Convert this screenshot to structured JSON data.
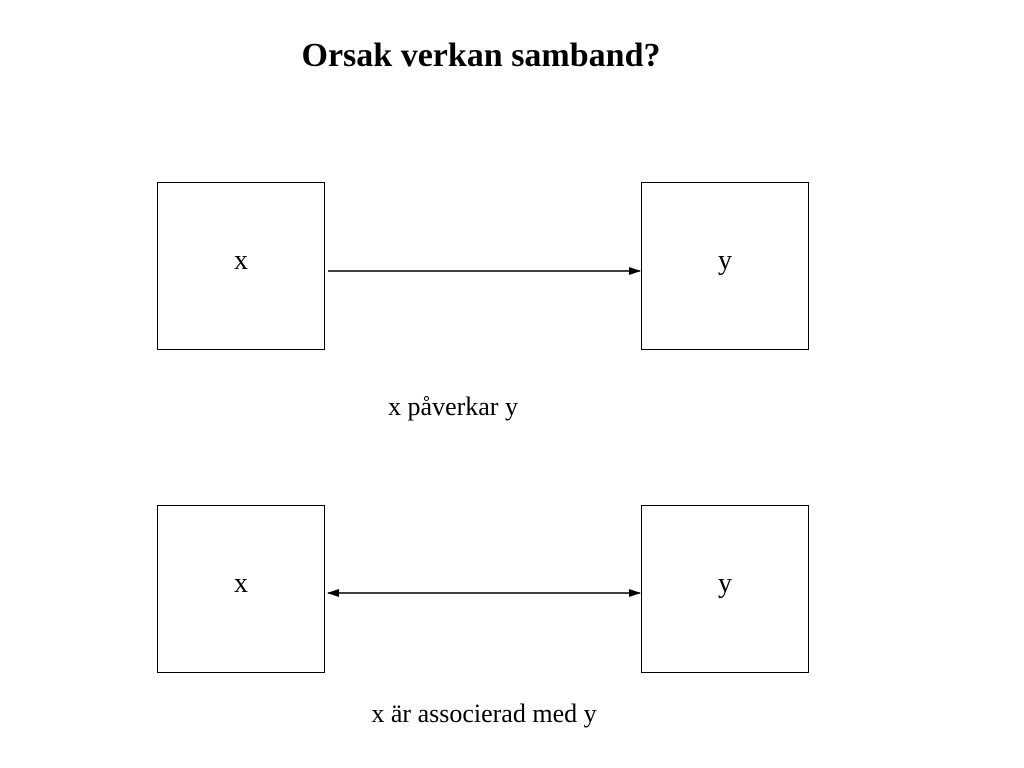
{
  "title": "Orsak verkan samband?",
  "diagrams": [
    {
      "left_box": "x",
      "right_box": "y",
      "relation": "one-way",
      "caption": "x påverkar y"
    },
    {
      "left_box": "x",
      "right_box": "y",
      "relation": "two-way",
      "caption": "x är associerad med y"
    }
  ],
  "colors": {
    "line": "#000000",
    "background": "#ffffff"
  }
}
